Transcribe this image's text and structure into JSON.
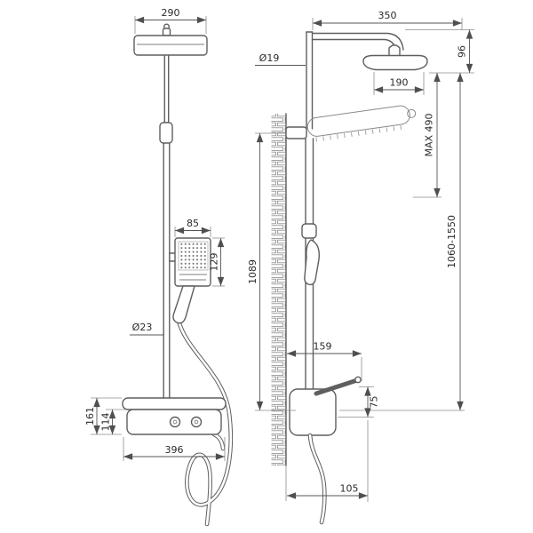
{
  "drawing": {
    "front_view": {
      "head_width": "290",
      "holder_width": "85",
      "holder_height": "129",
      "riser_diameter": "Ø23",
      "body_total_height": "161",
      "shelf_height": "114",
      "body_width": "396"
    },
    "side_view": {
      "arm_length": "350",
      "head_height": "96",
      "pipe_diameter": "Ø19",
      "head_diameter": "190",
      "max_drop": "MAX 490",
      "riser_height": "1089",
      "total_height_range": "1060-1550",
      "valve_depth": "159",
      "valve_height": "75",
      "outlet_depth": "105"
    }
  }
}
